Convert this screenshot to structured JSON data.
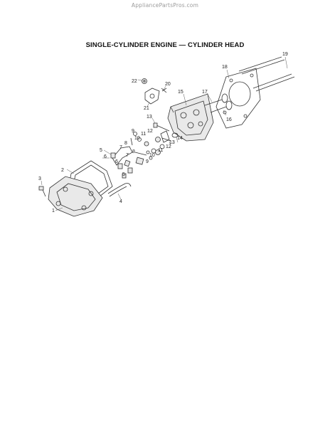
{
  "watermark": "AppliancePartsPros.com",
  "title": "SINGLE-CYLINDER ENGINE — CYLINDER HEAD",
  "callouts": {
    "c1": "1",
    "c2": "2",
    "c3": "3",
    "c4": "4",
    "c5a": "5",
    "c5b": "5",
    "c6a": "6",
    "c6b": "6",
    "c7a": "7",
    "c7b": "7",
    "c8a": "8",
    "c8b": "8",
    "c9a": "9",
    "c9b": "9",
    "c10a": "10",
    "c10b": "10",
    "c11a": "11",
    "c11b": "11",
    "c12a": "12",
    "c12b": "12",
    "c13a": "13",
    "c13b": "13",
    "c14": "14",
    "c15": "15",
    "c16": "16",
    "c17": "17",
    "c18": "18",
    "c19": "19",
    "c20": "20",
    "c21": "21",
    "c22": "22"
  }
}
